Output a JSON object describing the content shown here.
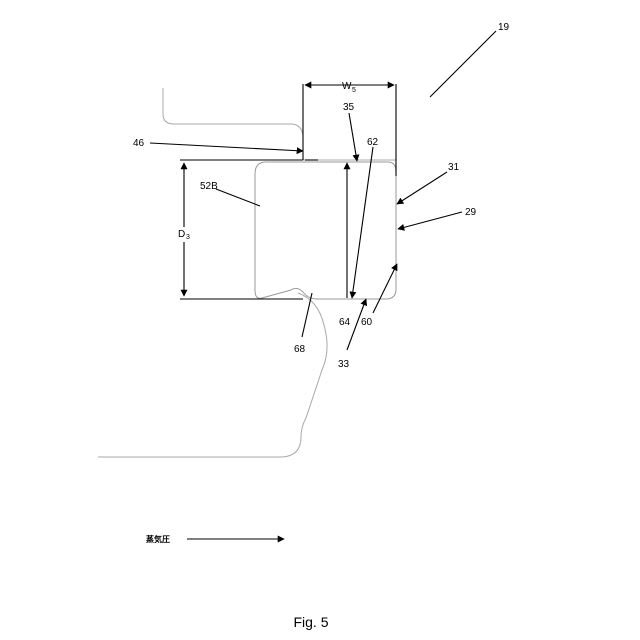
{
  "figure": {
    "caption": "Fig. 5",
    "pressure_label": "蒸気圧",
    "dimensions": {
      "width_main": "W",
      "width_sub": "5",
      "depth_main": "D",
      "depth_sub": "3"
    },
    "reference_numerals": {
      "r19": "19",
      "r35": "35",
      "r46": "46",
      "r62": "62",
      "r31": "31",
      "r52b": "52B",
      "r29": "29",
      "r64": "64",
      "r60": "60",
      "r68": "68",
      "r33": "33"
    }
  }
}
